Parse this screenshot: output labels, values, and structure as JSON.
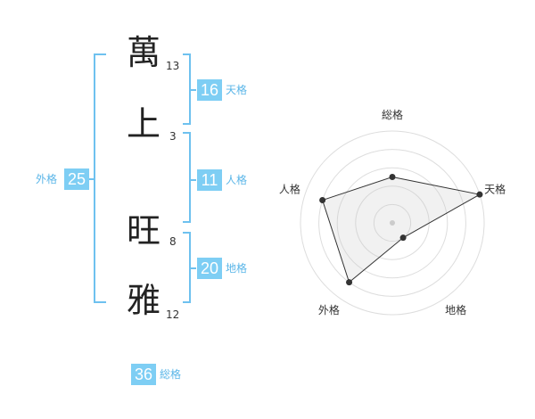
{
  "colors": {
    "accent": "#7ecef4",
    "label": "#5bb6e8",
    "bracket": "#6ec1ef",
    "text": "#222222"
  },
  "name": {
    "chars": [
      {
        "char": "萬",
        "strokes": "13"
      },
      {
        "char": "上",
        "strokes": "3"
      },
      {
        "char": "旺",
        "strokes": "8"
      },
      {
        "char": "雅",
        "strokes": "12"
      }
    ]
  },
  "fortunes": {
    "tenkaku": {
      "value": "16",
      "label": "天格"
    },
    "jinkaku": {
      "value": "11",
      "label": "人格"
    },
    "chikaku": {
      "value": "20",
      "label": "地格"
    },
    "gaikaku": {
      "value": "25",
      "label": "外格"
    },
    "soukaku": {
      "value": "36",
      "label": "総格"
    }
  },
  "chart_data": {
    "type": "radar",
    "axes": [
      "総格",
      "天格",
      "地格",
      "外格",
      "人格"
    ],
    "values": [
      0.5,
      1.0,
      0.2,
      0.8,
      0.8
    ],
    "rings": 5,
    "grid": true
  }
}
